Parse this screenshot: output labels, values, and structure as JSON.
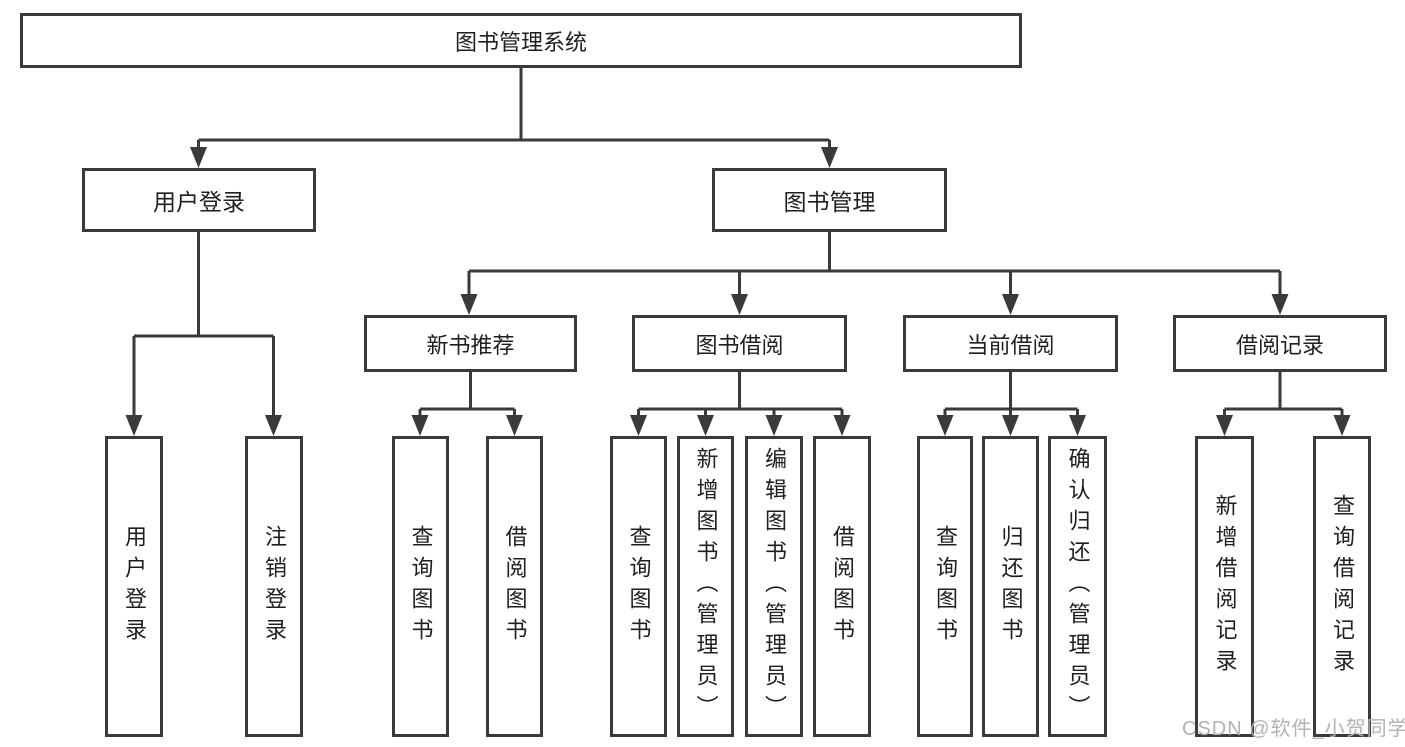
{
  "diagram": {
    "title_node": {
      "label": "图书管理系统"
    },
    "level2": [
      {
        "id": "user-login",
        "label": "用户登录"
      },
      {
        "id": "book-mgmt",
        "label": "图书管理"
      }
    ],
    "level3": [
      {
        "id": "new-book-rec",
        "label": "新书推荐"
      },
      {
        "id": "book-borrow",
        "label": "图书借阅"
      },
      {
        "id": "current-borrow",
        "label": "当前借阅"
      },
      {
        "id": "borrow-records",
        "label": "借阅记录"
      }
    ],
    "leaves": {
      "user_login": [
        "用户登录",
        "注销登录"
      ],
      "new_book": [
        "查询图书",
        "借阅图书"
      ],
      "book_borrow": [
        "查询图书",
        "新增图书（管理员）",
        "编辑图书（管理员）",
        "借阅图书"
      ],
      "current_borrow": [
        "查询图书",
        "归还图书",
        "确认归还（管理员）"
      ],
      "borrow_records": [
        "新增借阅记录",
        "查询借阅记录"
      ]
    },
    "colors": {
      "line": "#3a3a3a",
      "text": "#1f1f1f",
      "watermark": "#b3b3b3"
    }
  },
  "watermark": {
    "text": "CSDN @软件_小贺同学"
  }
}
